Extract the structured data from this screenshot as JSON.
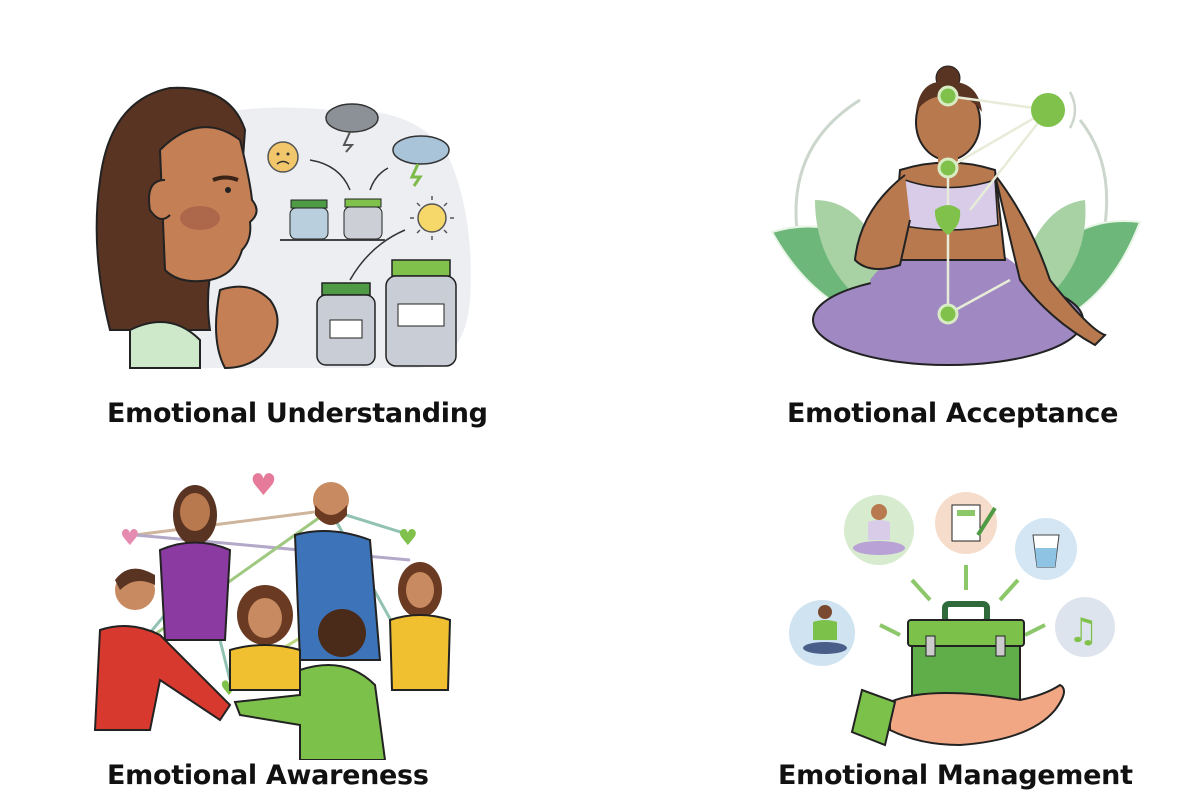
{
  "panels": [
    {
      "id": "understanding",
      "caption": "Emotional Understanding",
      "illustration": "person-thinking-sorting-emotions-into-jars",
      "elements": [
        "sad-face",
        "angry-storm-cloud",
        "angry-storm-cloud",
        "happy-sun",
        "small-jar",
        "small-jar",
        "large-jar",
        "large-jar"
      ]
    },
    {
      "id": "acceptance",
      "caption": "Emotional Acceptance",
      "illustration": "meditating-woman-with-energy-points",
      "elements": [
        "head-point",
        "throat-point",
        "heart",
        "belly-point",
        "radiating-sun",
        "leaves"
      ]
    },
    {
      "id": "awareness",
      "caption": "Emotional Awareness",
      "illustration": "group-of-people-connected-by-lines",
      "elements": [
        "pink-heart",
        "pink-heart",
        "green-heart",
        "green-heart",
        "green-heart",
        "handshake"
      ]
    },
    {
      "id": "management",
      "caption": "Emotional Management",
      "illustration": "hand-holding-toolbox-with-coping-tools",
      "elements": [
        "meditation",
        "journal",
        "water-glass",
        "music-note",
        "breathing",
        "toolbox",
        "hand"
      ]
    }
  ],
  "colors": {
    "green": "#7fc14b",
    "dark_green": "#4f9a45",
    "purple": "#a089c2",
    "lavender": "#d9cce9",
    "skin": "#b9794e",
    "hair": "#5a3422",
    "jar": "#c9ced6",
    "bg_blob": "#eceef2"
  }
}
